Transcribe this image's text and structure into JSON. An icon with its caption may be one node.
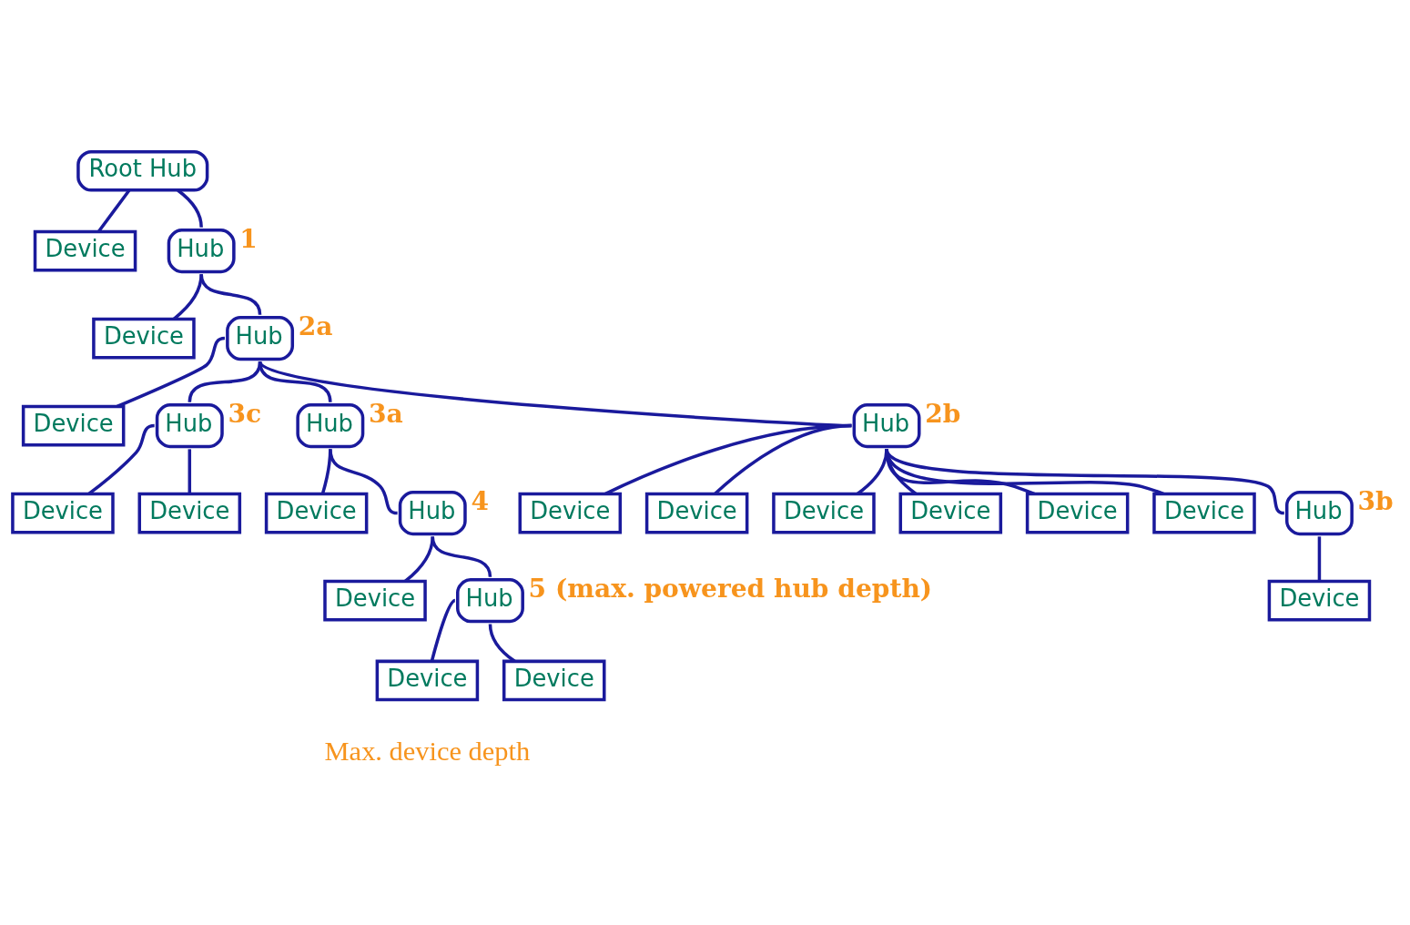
{
  "diagram": {
    "nodes": [
      {
        "text": [
          "Root Hub"
        ]
      },
      {
        "text": [
          "Device"
        ]
      },
      {
        "text": [
          "Hub"
        ],
        "beside": [
          "1"
        ]
      },
      {
        "text": [
          "Device"
        ]
      },
      {
        "text": [
          "Hub"
        ],
        "beside": [
          "2a"
        ]
      },
      {
        "text": [
          "Device"
        ]
      },
      {
        "text": [
          "Hub"
        ],
        "beside": [
          "3c"
        ]
      },
      {
        "text": [
          "Device"
        ]
      },
      {
        "text": [
          "Device"
        ]
      },
      {
        "text": [
          "Hub"
        ],
        "beside": [
          "3a"
        ]
      },
      {
        "text": [
          "Device"
        ]
      },
      {
        "text": [
          "Hub"
        ],
        "beside": [
          "4"
        ]
      },
      {
        "text": [
          "Device"
        ]
      },
      {
        "text": [
          "Hub"
        ],
        "beside": [
          "5 (max. powered hub depth)"
        ]
      },
      {
        "text": [
          "Device"
        ]
      },
      {
        "text": [
          "Device"
        ]
      },
      {
        "text": [
          "Hub"
        ],
        "beside": [
          "2b"
        ]
      },
      {
        "text": [
          "Device"
        ]
      },
      {
        "text": [
          "Device"
        ]
      },
      {
        "text": [
          "Device"
        ]
      },
      {
        "text": [
          "Device"
        ]
      },
      {
        "text": [
          "Device"
        ]
      },
      {
        "text": [
          "Device"
        ]
      },
      {
        "text": [
          "Hub"
        ],
        "beside": [
          "3b"
        ]
      },
      {
        "text": [
          "Device"
        ]
      }
    ],
    "edges": [
      {
        "from": 0,
        "to": 1,
        "arrow": "none"
      },
      {
        "from": 0,
        "to": 2,
        "arrow": "none"
      },
      {
        "from": 2,
        "to": 3,
        "arrow": "none"
      },
      {
        "from": 2,
        "to": 4,
        "arrow": "none"
      },
      {
        "from": 4,
        "to": 5,
        "arrow": "none"
      },
      {
        "from": 4,
        "to": 6,
        "arrow": "none"
      },
      {
        "from": 6,
        "to": 7,
        "arrow": "none"
      },
      {
        "from": 6,
        "to": 8,
        "arrow": "none"
      },
      {
        "from": 4,
        "to": 9,
        "arrow": "none"
      },
      {
        "from": 9,
        "to": 10,
        "arrow": "none"
      },
      {
        "from": 9,
        "to": 11,
        "arrow": "none"
      },
      {
        "from": 11,
        "to": 12,
        "arrow": "none"
      },
      {
        "from": 11,
        "to": 13,
        "arrow": "none"
      },
      {
        "from": 13,
        "to": 14,
        "arrow": "none"
      },
      {
        "from": 13,
        "to": 15,
        "arrow": "none"
      },
      {
        "from": 4,
        "to": 16,
        "arrow": "none"
      },
      {
        "from": 16,
        "to": 17,
        "arrow": "none"
      },
      {
        "from": 16,
        "to": 18,
        "arrow": "none"
      },
      {
        "from": 16,
        "to": 19,
        "arrow": "none"
      },
      {
        "from": 16,
        "to": 20,
        "arrow": "none"
      },
      {
        "from": 16,
        "to": 21,
        "arrow": "none"
      },
      {
        "from": 16,
        "to": 22,
        "arrow": "none"
      },
      {
        "from": 16,
        "to": 23,
        "arrow": "none"
      },
      {
        "from": 23,
        "to": 24,
        "arrow": "none"
      }
    ],
    "labels": [
      "Max. device depth"
    ]
  }
}
